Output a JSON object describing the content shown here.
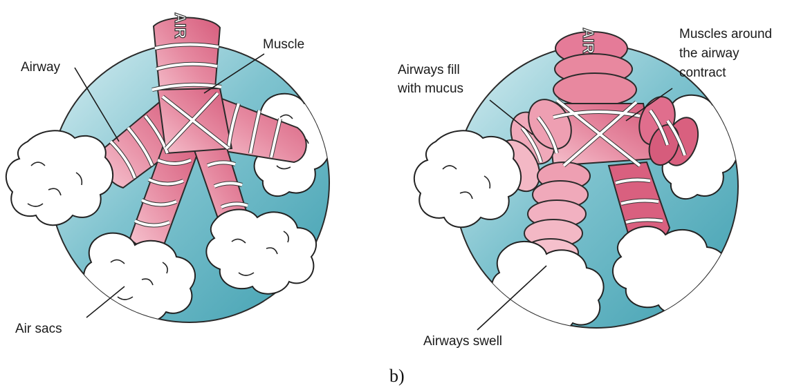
{
  "left_diagram": {
    "labels": {
      "airway": "Airway",
      "muscle": "Muscle",
      "air_sacs": "Air sacs",
      "air": "AIR"
    }
  },
  "right_diagram": {
    "labels": {
      "mucus_line1": "Airways fill",
      "mucus_line2": "with mucus",
      "contract_line1": "Muscles around",
      "contract_line2": "the airway",
      "contract_line3": "contract",
      "swell": "Airways swell",
      "air": "AIR"
    }
  },
  "caption": "b)",
  "colors": {
    "circle_dark": "#5fb4c2",
    "circle_light": "#cfe9ee",
    "airway_pink": "#e8889f",
    "airway_light": "#f3b8c5",
    "airway_dark": "#d9607f"
  }
}
